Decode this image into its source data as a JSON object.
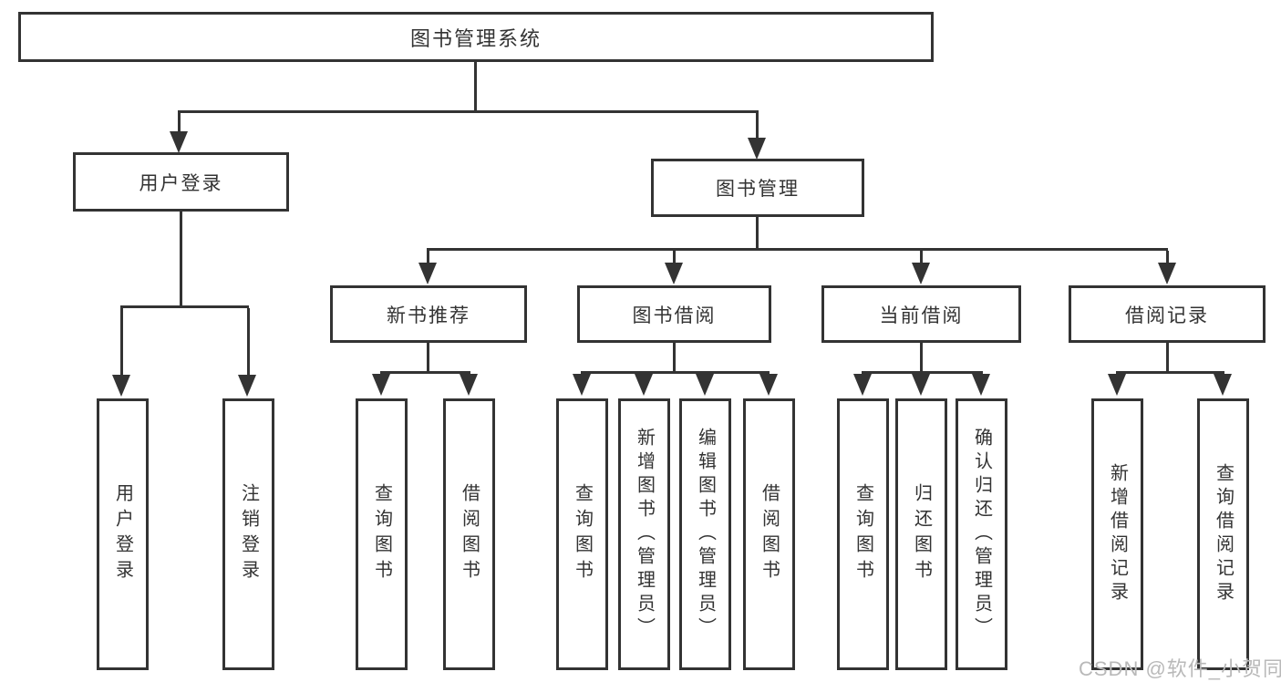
{
  "diagram": {
    "root": {
      "label": "图书管理系统"
    },
    "user_login": {
      "label": "用户登录",
      "children": [
        {
          "label": "用户登录"
        },
        {
          "label": "注销登录"
        }
      ]
    },
    "book_management": {
      "label": "图书管理",
      "sections": [
        {
          "label": "新书推荐",
          "children": [
            {
              "label": "查询图书"
            },
            {
              "label": "借阅图书"
            }
          ]
        },
        {
          "label": "图书借阅",
          "children": [
            {
              "label": "查询图书"
            },
            {
              "label": "新增图书（管理员）"
            },
            {
              "label": "编辑图书（管理员）"
            },
            {
              "label": "借阅图书"
            }
          ]
        },
        {
          "label": "当前借阅",
          "children": [
            {
              "label": "查询图书"
            },
            {
              "label": "归还图书"
            },
            {
              "label": "确认归还（管理员）"
            }
          ]
        },
        {
          "label": "借阅记录",
          "children": [
            {
              "label": "新增借阅记录"
            },
            {
              "label": "查询借阅记录"
            }
          ]
        }
      ]
    }
  },
  "watermark": {
    "text": "CSDN @软件_小贺同学"
  },
  "colors": {
    "line": "#333333",
    "box_border": "#333333",
    "text": "#333333",
    "watermark": "#b9b9b9",
    "background": "#ffffff"
  }
}
